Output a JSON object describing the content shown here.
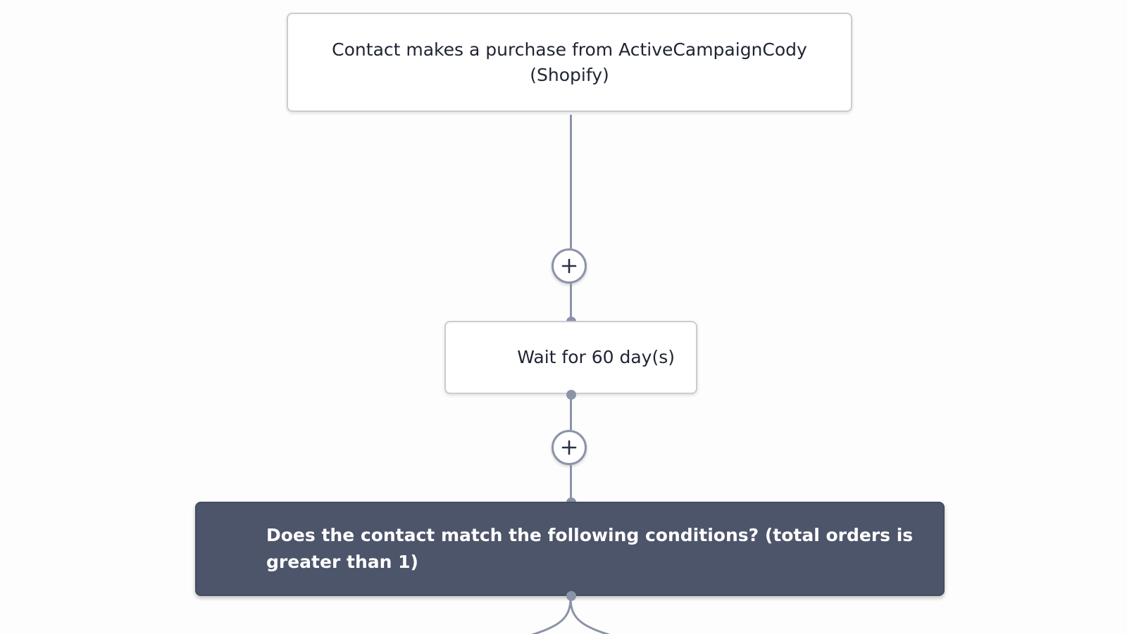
{
  "automation": {
    "trigger": {
      "label": "Contact makes a purchase from ActiveCampaignCody (Shopify)"
    },
    "wait_step": {
      "label": "Wait for 60 day(s)"
    },
    "condition_step": {
      "label": "Does the contact match the following conditions? (total orders is greater than 1)"
    },
    "add_step_icon": "plus-icon"
  },
  "colors": {
    "connector": "#8b93a8",
    "node_border": "#c9ccd4",
    "condition_background": "#4d556b",
    "text_dark": "#1f2433",
    "text_light": "#ffffff"
  }
}
